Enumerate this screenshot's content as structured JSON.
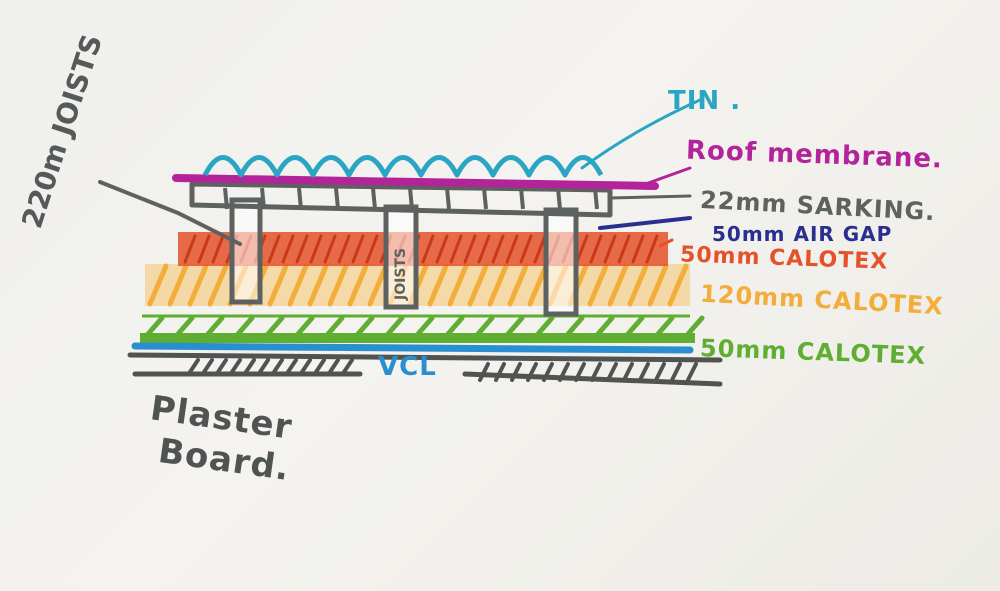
{
  "labels": {
    "side_note": "220m JOISTS",
    "tin": "TIN .",
    "roof_membrane": "Roof membrane.",
    "sarking": "22mm SARKING.",
    "air_gap": "50mm AIR GAP",
    "calotex_top": "50mm CALOTEX",
    "calotex_mid": "120mm CALOTEX",
    "calotex_bottom": "50mm CALOTEX",
    "vcl": "VCL",
    "plaster_line1": "Plaster",
    "plaster_line2": "Board.",
    "joist_text": "JOISTS"
  },
  "colors": {
    "tin": "#2aa6c4",
    "membrane": "#b3249a",
    "sarking": "#5d6160",
    "air_gap": "#2a2f8f",
    "calotex_red": "#e4522a",
    "calotex_yellow": "#f2ad3a",
    "calotex_green": "#5fae31",
    "vcl": "#2a8fd1",
    "plasterboard": "#4f5352",
    "paper": "#efeeea"
  }
}
